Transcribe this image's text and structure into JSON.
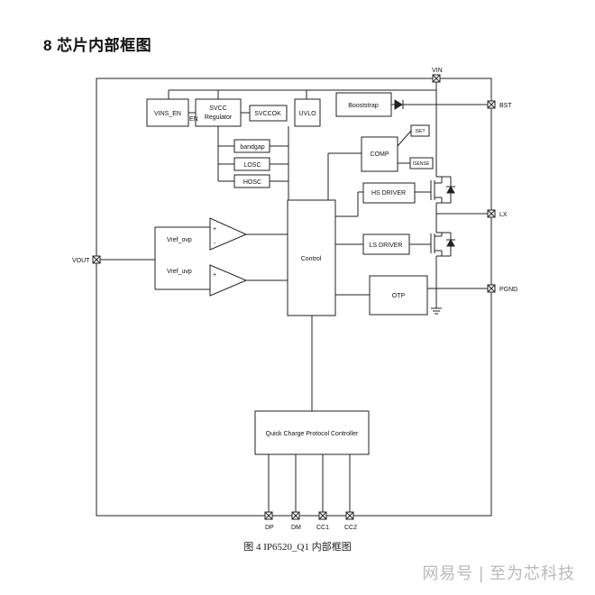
{
  "heading": "8  芯片内部框图",
  "caption": "图 4    IP6520_Q1 内部框图",
  "watermark": "网易号 | 至为芯科技",
  "pins": {
    "vin": "VIN",
    "bst": "BST",
    "lx": "LX",
    "pgnd": "PGND",
    "vout": "VOUT",
    "dp": "DP",
    "dm": "DM",
    "cc1": "CC1",
    "cc2": "CC2"
  },
  "blocks": {
    "vins_en": "VINS_EN",
    "en": "EN",
    "svcc_line1": "SVCC",
    "svcc_line2": "Regulator",
    "svccok": "SVCCOK",
    "uvlo": "UVLO",
    "boostrap": "Booststrap",
    "bandgap": "bandgap",
    "losc": "LOSC",
    "hosc": "HOSC",
    "comp": "COMP",
    "iset": "ISET",
    "isense": "ISENSE",
    "hs_driver": "HS DRIVER",
    "ls_driver": "LS DRIVER",
    "control": "Control",
    "otp": "OTP",
    "qc_controller": "Quick Charge Protocol Controller"
  },
  "comparators": {
    "ovp_label": "Vref_ovp",
    "uvp_label": "Vref_uvp",
    "plus": "+",
    "minus": "-"
  }
}
